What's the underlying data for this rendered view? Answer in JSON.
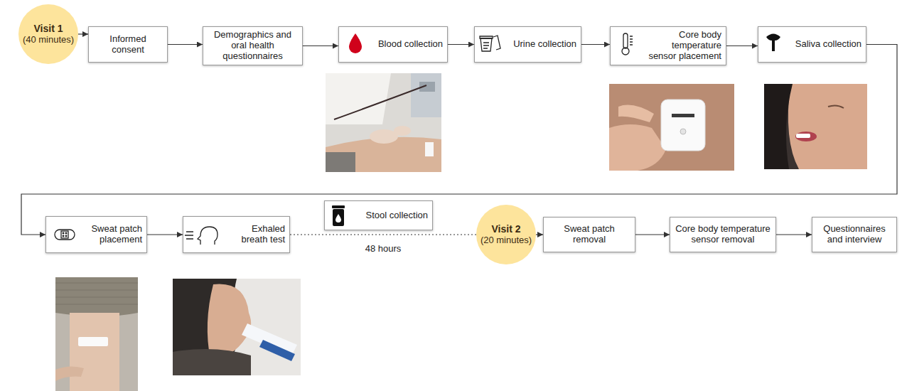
{
  "diagram": {
    "nodes": [
      {
        "text": [
          "Visit 1",
          "(40 minutes)"
        ]
      },
      {
        "text": [
          "Informed consent"
        ]
      },
      {
        "text": [
          "Demographics and oral health questionnaires"
        ]
      },
      {
        "text": [
          "Blood collection"
        ]
      },
      {
        "text": [
          "Urine collection"
        ]
      },
      {
        "text": [
          "Core body temperature sensor placement"
        ]
      },
      {
        "text": [
          "Saliva collection"
        ]
      },
      {
        "text": [
          "Sweat patch placement"
        ]
      },
      {
        "text": [
          "Exhaled breath test"
        ]
      },
      {
        "text": [
          "Stool collection"
        ]
      },
      {
        "text": [
          "Visit 2",
          "(20 minutes)"
        ]
      },
      {
        "text": [
          "Sweat patch removal"
        ]
      },
      {
        "text": [
          "Core body temperature sensor removal"
        ]
      },
      {
        "text": [
          "Questionnaires and interview"
        ]
      }
    ],
    "edges": [
      {
        "from": 0,
        "to": 1,
        "arrow": "to"
      },
      {
        "from": 1,
        "to": 2,
        "arrow": "to"
      },
      {
        "from": 2,
        "to": 3,
        "arrow": "to"
      },
      {
        "from": 3,
        "to": 4,
        "arrow": "to"
      },
      {
        "from": 4,
        "to": 5,
        "arrow": "to"
      },
      {
        "from": 5,
        "to": 6,
        "arrow": "to"
      },
      {
        "from": 6,
        "to": 7,
        "arrow": "to"
      },
      {
        "from": 7,
        "to": 8,
        "arrow": "to"
      },
      {
        "from": 8,
        "to": 10,
        "label": "48 hours",
        "arrow": "none"
      },
      {
        "from": 10,
        "to": 11,
        "arrow": "to"
      },
      {
        "from": 11,
        "to": 12,
        "arrow": "to"
      },
      {
        "from": 12,
        "to": 13,
        "arrow": "to"
      }
    ]
  }
}
